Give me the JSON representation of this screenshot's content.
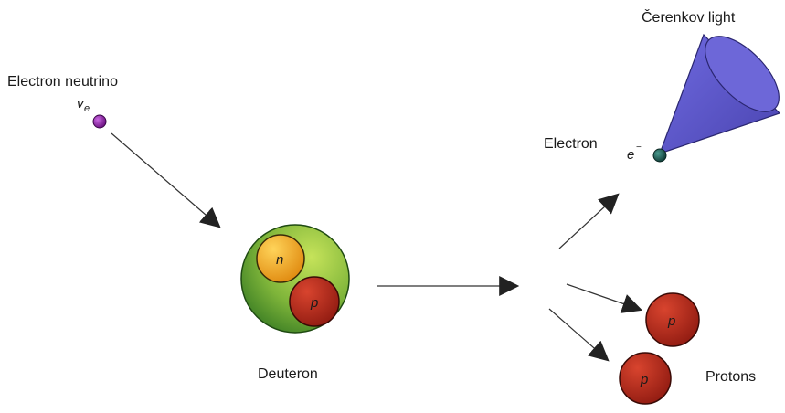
{
  "labels": {
    "electron_neutrino": "Electron neutrino",
    "neutrino_symbol": "v",
    "neutrino_subscript": "e",
    "cherenkov_light": "Čerenkov light",
    "electron": "Electron",
    "electron_symbol": "e",
    "electron_superscript": "−",
    "deuteron": "Deuteron",
    "protons": "Protons",
    "neutron_symbol": "n",
    "proton_symbol": "p"
  },
  "colors": {
    "neutrino": "#8a1ea0",
    "electron": "#1f5a52",
    "cone": "#5a55c8",
    "deuteron_light": "#a8cf3e",
    "deuteron_dark": "#3f8a22",
    "neutron": "#f2a524",
    "proton": "#b8261a",
    "arrow": "#333333"
  }
}
